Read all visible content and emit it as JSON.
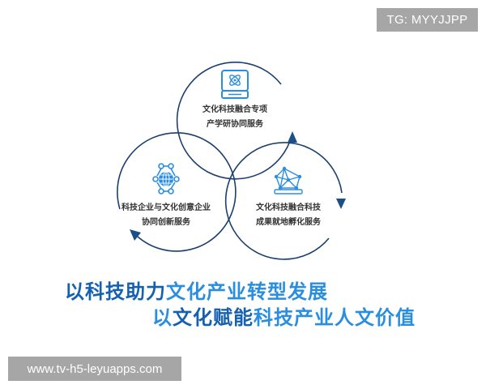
{
  "watermarks": {
    "top": "TG: MYYJJPP",
    "bottom": "www.tv-h5-leyuapps.com"
  },
  "diagram": {
    "colors": {
      "circle_stroke": "#1b3f6e",
      "arrow_fill": "#1a4f8a",
      "icon_stroke": "#2a8ee0"
    },
    "nodes": [
      {
        "id": "top",
        "icon": "atom-monitor-icon",
        "line1": "文化科技融合专项",
        "line2": "产学研协同服务"
      },
      {
        "id": "left",
        "icon": "globe-network-icon",
        "line1": "科技企业与文化创意企业",
        "line2": "协同创新服务"
      },
      {
        "id": "right",
        "icon": "network-laptop-icon",
        "line1": "文化科技融合科技",
        "line2": "成果就地孵化服务"
      }
    ]
  },
  "slogans": {
    "line1": {
      "bold_part": "以科技助力",
      "rest": "文化产业转型发展"
    },
    "line2": {
      "prefix": "以",
      "bold_part": "文化赋能",
      "rest": "科技产业人文价值"
    }
  }
}
